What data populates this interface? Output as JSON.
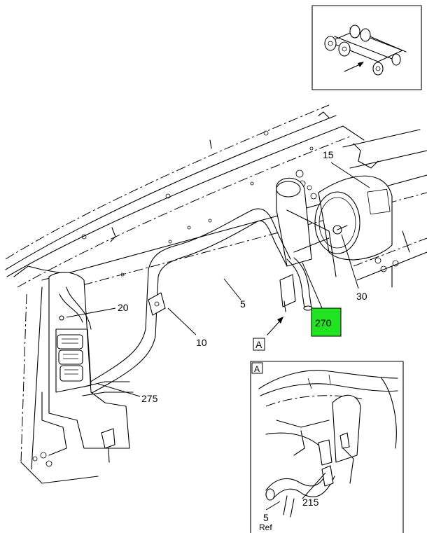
{
  "callouts": {
    "c15": "15",
    "c20": "20",
    "c5": "5",
    "c30": "30",
    "c10": "10",
    "c270": "270",
    "c275": "275",
    "c215": "215",
    "c5ref_num": "5",
    "c5ref_txt": "Ref"
  },
  "view_labels": {
    "view_a": "A",
    "detail_a": "A"
  },
  "colors": {
    "highlight": "#22e322",
    "line": "#000000"
  }
}
